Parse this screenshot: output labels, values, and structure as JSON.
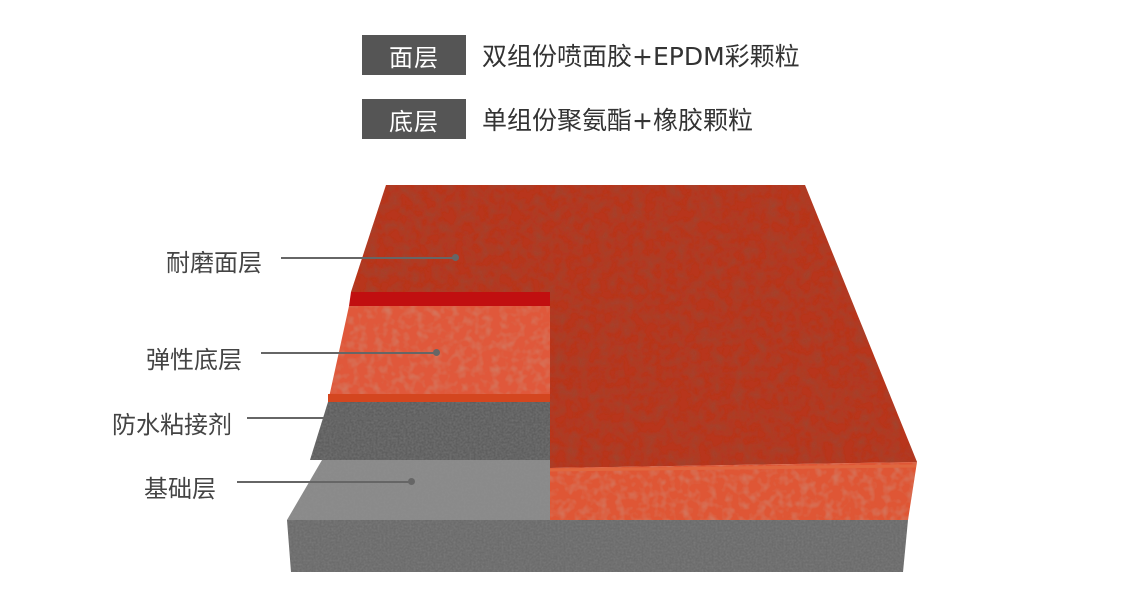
{
  "legend": [
    {
      "badge": "面层",
      "description": "双组份喷面胶+EPDM彩颗粒"
    },
    {
      "badge": "底层",
      "description": "单组份聚氨酯+橡胶颗粒"
    }
  ],
  "layers": [
    {
      "label": "耐磨面层"
    },
    {
      "label": "弹性底层"
    },
    {
      "label": "防水粘接剂"
    },
    {
      "label": "基础层"
    }
  ],
  "colors": {
    "badge_bg": "#555555",
    "wear_layer": "#b8341e",
    "wear_edge": "#c10f10",
    "elastic_layer": "#e0583a",
    "adhesive": "#5f5f5f",
    "base": "#7b7b7b"
  }
}
